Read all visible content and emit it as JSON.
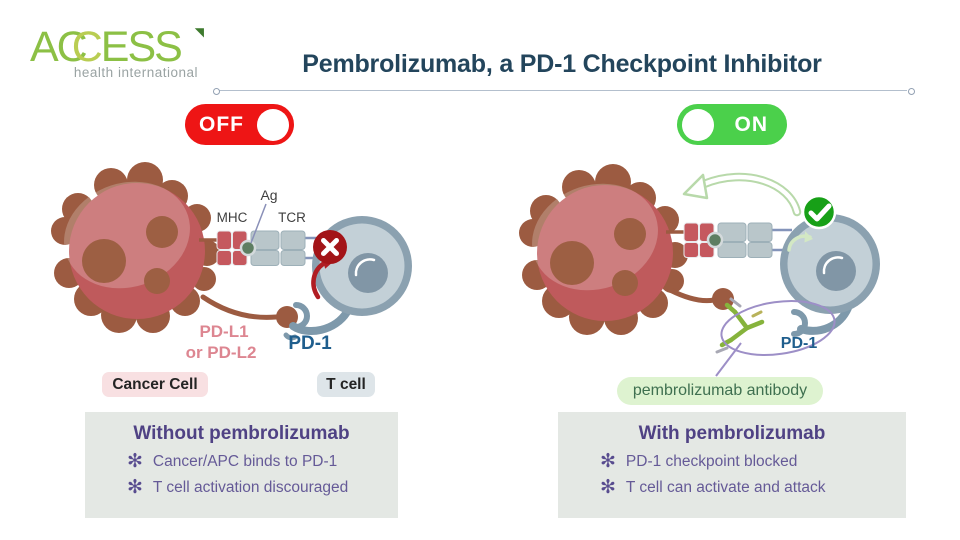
{
  "logo": {
    "part1": "AC",
    "part2": "C",
    "part3": "ESS",
    "accent": "◥",
    "tagline": "health international"
  },
  "title": "Pembrolizumab, a PD-1 Checkpoint Inhibitor",
  "toggles": {
    "off_label": "OFF",
    "on_label": "ON"
  },
  "bullet_icon": "✻",
  "left": {
    "labels": {
      "mhc": "MHC",
      "ag": "Ag",
      "tcr": "TCR",
      "pdl1_line1": "PD-L1",
      "pdl1_line2": "or PD-L2",
      "pd1": "PD-1"
    },
    "cancer_badge": "Cancer Cell",
    "tcell_badge": "T cell",
    "box_title": "Without pembrolizumab",
    "bullets": [
      "Cancer/APC binds to PD-1",
      "T cell activation discouraged"
    ]
  },
  "right": {
    "labels": {
      "pd1": "PD-1"
    },
    "antibody_badge": "pembrolizumab antibody",
    "box_title": "With pembrolizumab",
    "bullets": [
      "PD-1 checkpoint blocked",
      "T cell can activate and attack"
    ]
  },
  "palette": {
    "toggle_off_red": "#ee1515",
    "toggle_on_green": "#4bd04b",
    "cancer_red": "#bf5a5c",
    "bump_brown": "#9c5b41",
    "tcell_ring": "#8ba1b0",
    "tcell_body": "#c3d0d7",
    "tcell_nucleus": "#8196a6",
    "mhc_red": "#c5585e",
    "tcr_gray": "#b9c6ca",
    "ag_green": "#5e7e62",
    "x_red": "#a31418",
    "check_green": "#17a017",
    "heading_purple": "#4f4284",
    "bullet_purple": "#655a97",
    "antibody_green": "#86b33c",
    "ellipse_lavender": "#9d8fc7",
    "pd1_blue": "#1f5e8d",
    "pdl1_pink": "#dd8691",
    "box_gray": "#e4e8e4",
    "badge_pink": "#f8e0e2",
    "badge_gray": "#dee5e9",
    "badge_green": "#def3d0",
    "title_navy": "#23455c",
    "logo_green": "#8cc045",
    "arrow_light_green": "#b8d9aa"
  }
}
